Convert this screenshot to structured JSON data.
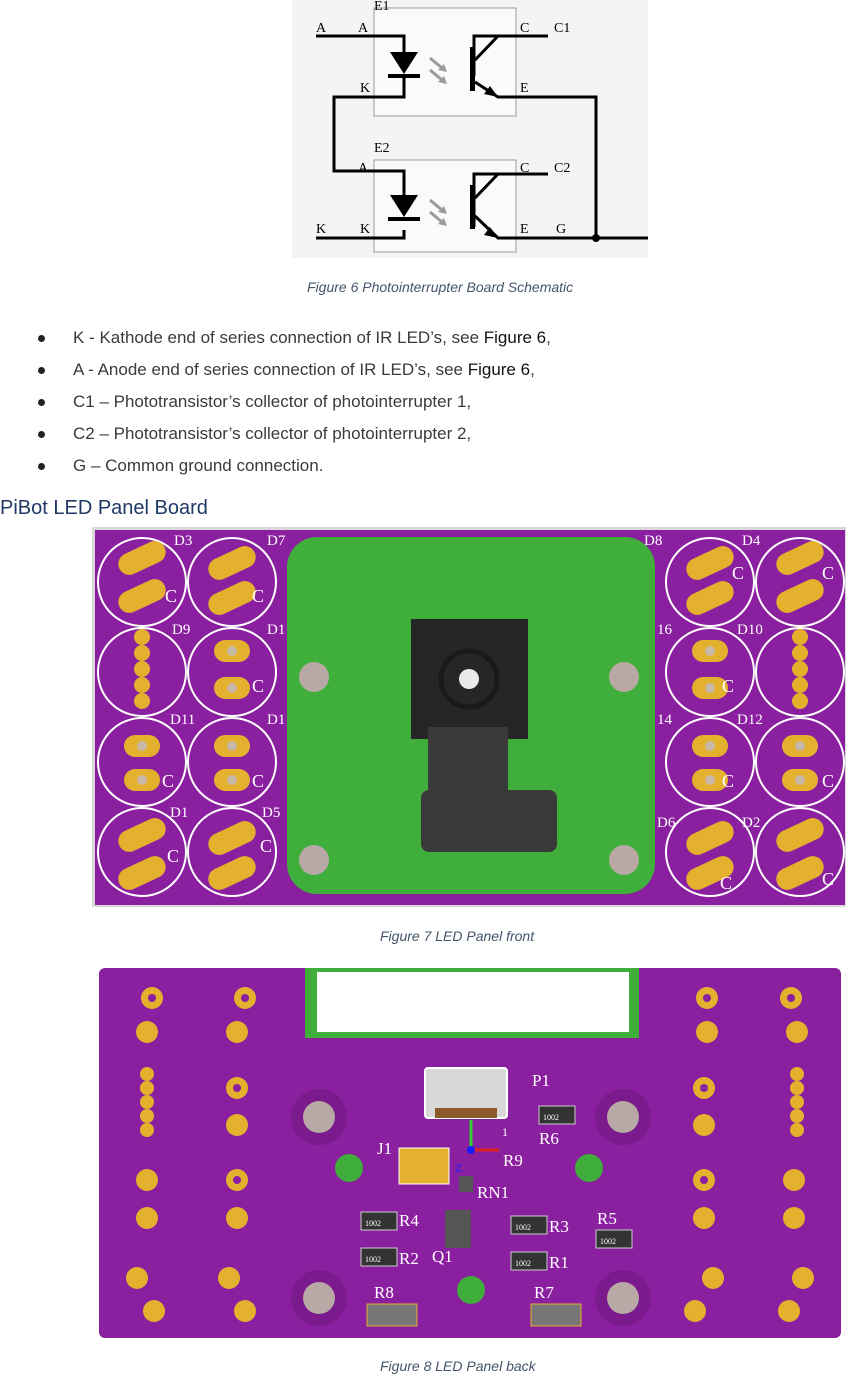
{
  "schematic": {
    "labels": {
      "e1": "E1",
      "e2": "E2",
      "a_ext": "A",
      "a1": "A",
      "k1": "K",
      "c1": "C",
      "c1_ext": "C1",
      "e1_pin": "E",
      "a2": "A",
      "k2": "K",
      "k_ext": "K",
      "c2": "C",
      "c2_ext": "C2",
      "e2_pin": "E",
      "g_ext": "G"
    }
  },
  "figure6_caption": "Figure 6 Photointerrupter Board Schematic",
  "bullets": [
    {
      "text": "K - Kathode end of series connection of IR LED’s, see ",
      "ref": "Figure 6",
      "tail": ","
    },
    {
      "text": "A - Anode end of series connection of IR LED’s, see ",
      "ref": "Figure 6",
      "tail": ","
    },
    {
      "text": "C1 – Phototransistor’s collector of photointerrupter 1,",
      "ref": "",
      "tail": ""
    },
    {
      "text": "C2 – Phototransistor’s collector of photointerrupter 2,",
      "ref": "",
      "tail": ""
    },
    {
      "text": "G – Common ground connection.",
      "ref": "",
      "tail": ""
    }
  ],
  "section_heading": "PiBot LED Panel Board",
  "front_labels": {
    "d3": "D3",
    "d7": "D7",
    "d8": "D8",
    "d4": "D4",
    "d9": "D9",
    "d1x": "D1",
    "d16": "16",
    "d10": "D10",
    "d11": "D11",
    "d1y": "D1",
    "d14": "14",
    "d12": "D12",
    "d1": "D1",
    "d5": "D5",
    "d6": "D6",
    "d2": "D2",
    "c": "C"
  },
  "figure7_caption": "Figure 7 LED Panel front",
  "back_labels": {
    "p1": "P1",
    "r6": "R6",
    "j1": "J1",
    "r9": "R9",
    "rn1": "RN1",
    "r4": "R4",
    "r3": "R3",
    "r5": "R5",
    "r2": "R2",
    "q1": "Q1",
    "r1": "R1",
    "r8": "R8",
    "r7": "R7",
    "res_code": "1002",
    "pin1": "1",
    "axis_z": "Z"
  },
  "figure8_caption": "Figure 8 LED Panel back",
  "colors": {
    "pcb_purple": "#8a1f9f",
    "pad_gold": "#e3b12e",
    "camera_green": "#3fae3a",
    "caption_blue": "#44546a",
    "heading_blue": "#1f3864"
  }
}
